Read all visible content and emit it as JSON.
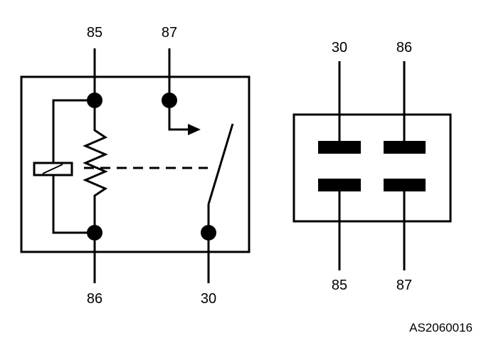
{
  "schematic": {
    "pins": {
      "top_left": "85",
      "top_right": "87",
      "bottom_left": "86",
      "bottom_right": "30"
    }
  },
  "connector": {
    "pins": {
      "top_left": "30",
      "top_right": "86",
      "bottom_left": "85",
      "bottom_right": "87"
    }
  },
  "reference_code": "AS2060016"
}
